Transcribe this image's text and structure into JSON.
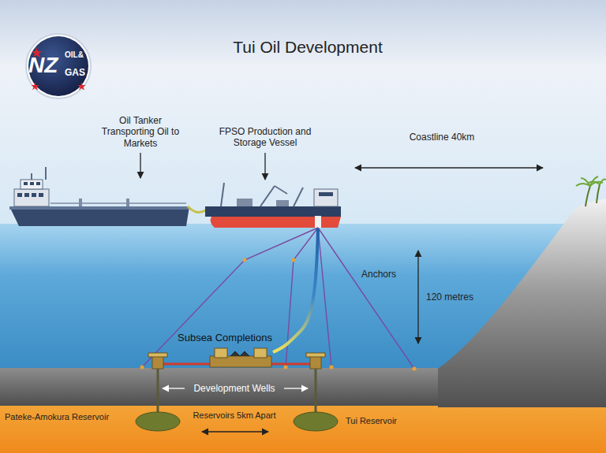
{
  "diagram": {
    "title": "Tui Oil Development",
    "labels": [
      "NZ",
      "OIL&",
      "GAS",
      "Oil Tanker Transporting Oil to Markets",
      "FPSO Production and Storage Vessel",
      "Coastline 40km",
      "Anchors",
      "120 metres",
      "Subsea Completions",
      "Development Wells",
      "Pateke-Amokura Reservoir",
      "Reservoirs 5km Apart",
      "Tui Reservoir"
    ]
  }
}
